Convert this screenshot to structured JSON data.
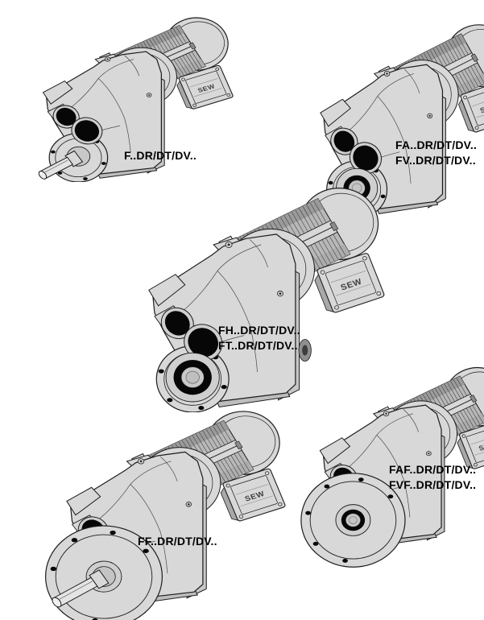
{
  "figure": {
    "units": [
      {
        "variant": "solid-shaft",
        "labels": [
          "F..DR/DT/DV.."
        ]
      },
      {
        "variant": "hollow-shaft",
        "labels": [
          "FA..DR/DT/DV..",
          "FV..DR/DT/DV.."
        ]
      },
      {
        "variant": "hollow-shaft-through",
        "labels": [
          "FH..DR/DT/DV..",
          "FT..DR/DT/DV.."
        ]
      },
      {
        "variant": "flange-solid-shaft",
        "labels": [
          "FF..DR/DT/DV.."
        ]
      },
      {
        "variant": "flange-hollow-shaft",
        "labels": [
          "FAF..DR/DT/DV..",
          "FVF..DR/DT/DV.."
        ]
      }
    ],
    "motor_brand_mark": "SEW",
    "colors": {
      "outline": "#1c1c1c",
      "body": "#d8d8d8",
      "side": "#c6c6c6",
      "fins": "#b8b8b8",
      "fin_band_top": "#9b9b9b",
      "fin_band_bottom": "#adadad",
      "rail": "#bdbdbd",
      "box_side": "#a8a8a8",
      "hole": "#070707",
      "ring": "#cfcfcf",
      "shaft": "#e4e4e4",
      "brand": "#3f3f3f",
      "background": "#ffffff"
    }
  }
}
